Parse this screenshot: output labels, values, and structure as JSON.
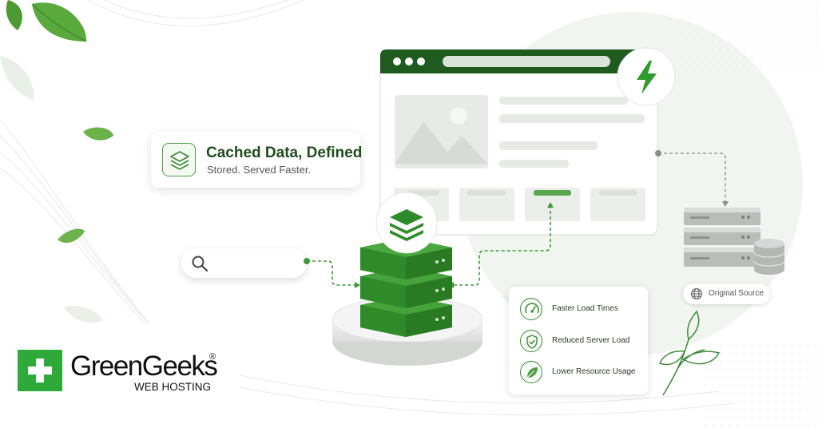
{
  "callout": {
    "title": "Cached Data, Defined",
    "subtitle": "Stored. Served Faster."
  },
  "features": [
    {
      "label": "Faster Load Times",
      "icon": "speedometer-icon"
    },
    {
      "label": "Reduced Server Load",
      "icon": "shield-check-icon"
    },
    {
      "label": "Lower Resource Usage",
      "icon": "leaf-icon"
    }
  ],
  "source": {
    "label": "Original Source",
    "icon": "globe-icon"
  },
  "brand": {
    "name": "GreenGeeks",
    "registered": "®",
    "tagline": "WEB HOSTING"
  },
  "colors": {
    "brand_green": "#2eaa3a",
    "server_green": "#2f8a2a",
    "accent_dark_green": "#1e4d1e"
  }
}
